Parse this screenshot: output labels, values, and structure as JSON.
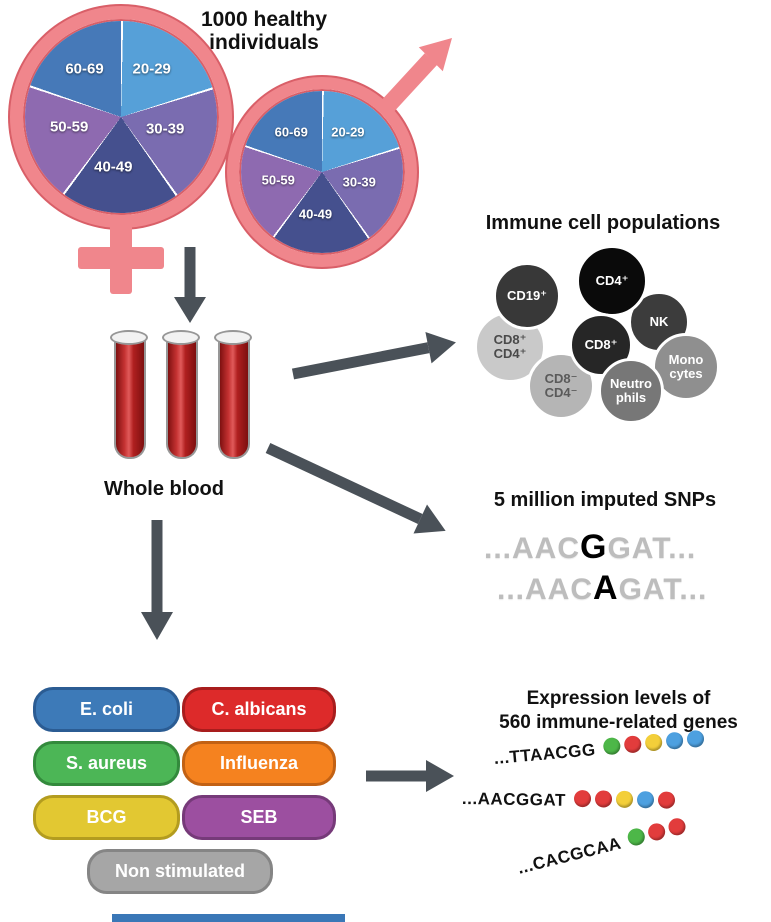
{
  "colors": {
    "arrow": "#4a5158",
    "symbol": "#f0868c",
    "footer": "#3a77b7"
  },
  "header": {
    "title": "1000 healthy\nindividuals"
  },
  "age_pie": {
    "slices": [
      {
        "label": "20-29",
        "color": "#56a0d8"
      },
      {
        "label": "30-39",
        "color": "#7a6cb0"
      },
      {
        "label": "40-49",
        "color": "#45508e"
      },
      {
        "label": "50-59",
        "color": "#8e6ab0"
      },
      {
        "label": "60-69",
        "color": "#4679b8"
      }
    ]
  },
  "blood": {
    "label": "Whole blood"
  },
  "immune": {
    "title": "Immune cell populations",
    "cells": [
      {
        "label": "CD19⁺",
        "bg": "#383838",
        "fg": "#ffffff"
      },
      {
        "label": "CD4⁺",
        "bg": "#0a0a0a",
        "fg": "#ffffff"
      },
      {
        "label": "NK",
        "bg": "#3c3c3c",
        "fg": "#ffffff"
      },
      {
        "label": "CD8⁺",
        "bg": "#262626",
        "fg": "#ffffff"
      },
      {
        "label": "CD8⁺\nCD4⁺",
        "bg": "#c9c9c9",
        "fg": "#4a4a4a"
      },
      {
        "label": "Mono\ncytes",
        "bg": "#8f8f8f",
        "fg": "#ffffff"
      },
      {
        "label": "CD8⁻\nCD4⁻",
        "bg": "#b5b5b5",
        "fg": "#5a5a5a"
      },
      {
        "label": "Neutro\nphils",
        "bg": "#777777",
        "fg": "#ffffff"
      }
    ]
  },
  "snps": {
    "title": "5 million imputed SNPs",
    "lines": [
      {
        "pre": "...AAC",
        "variant": "G",
        "post": "GAT..."
      },
      {
        "pre": "...AAC",
        "variant": "A",
        "post": "GAT..."
      }
    ]
  },
  "stimuli": {
    "items": [
      {
        "label": "E. coli",
        "bg": "#3d7ab8",
        "border": "#2b5c93"
      },
      {
        "label": "C. albicans",
        "bg": "#dd2a2a",
        "border": "#a81d1d"
      },
      {
        "label": "S. aureus",
        "bg": "#4cb656",
        "border": "#338a3c"
      },
      {
        "label": "Influenza",
        "bg": "#f5821f",
        "border": "#c26114"
      },
      {
        "label": "BCG",
        "bg": "#e2c832",
        "border": "#b39c1f"
      },
      {
        "label": "SEB",
        "bg": "#9c4fa0",
        "border": "#763a79"
      },
      {
        "label": "Non stimulated",
        "bg": "#a6a6a6",
        "border": "#858585"
      }
    ]
  },
  "expression": {
    "title": "Expression levels of\n560 immune-related genes",
    "bead_colors": {
      "green": "#4db748",
      "red": "#e23c3c",
      "yellow": "#f3cf3a",
      "blue": "#4da0e0"
    },
    "rows": [
      {
        "seq": "...TTAACGG",
        "beads": [
          "green",
          "red",
          "yellow",
          "blue",
          "blue"
        ]
      },
      {
        "seq": "...AACGGAT",
        "beads": [
          "red",
          "red",
          "yellow",
          "blue",
          "red"
        ]
      },
      {
        "seq": "...CACGCAA",
        "beads": [
          "green",
          "red",
          "red"
        ]
      }
    ]
  }
}
